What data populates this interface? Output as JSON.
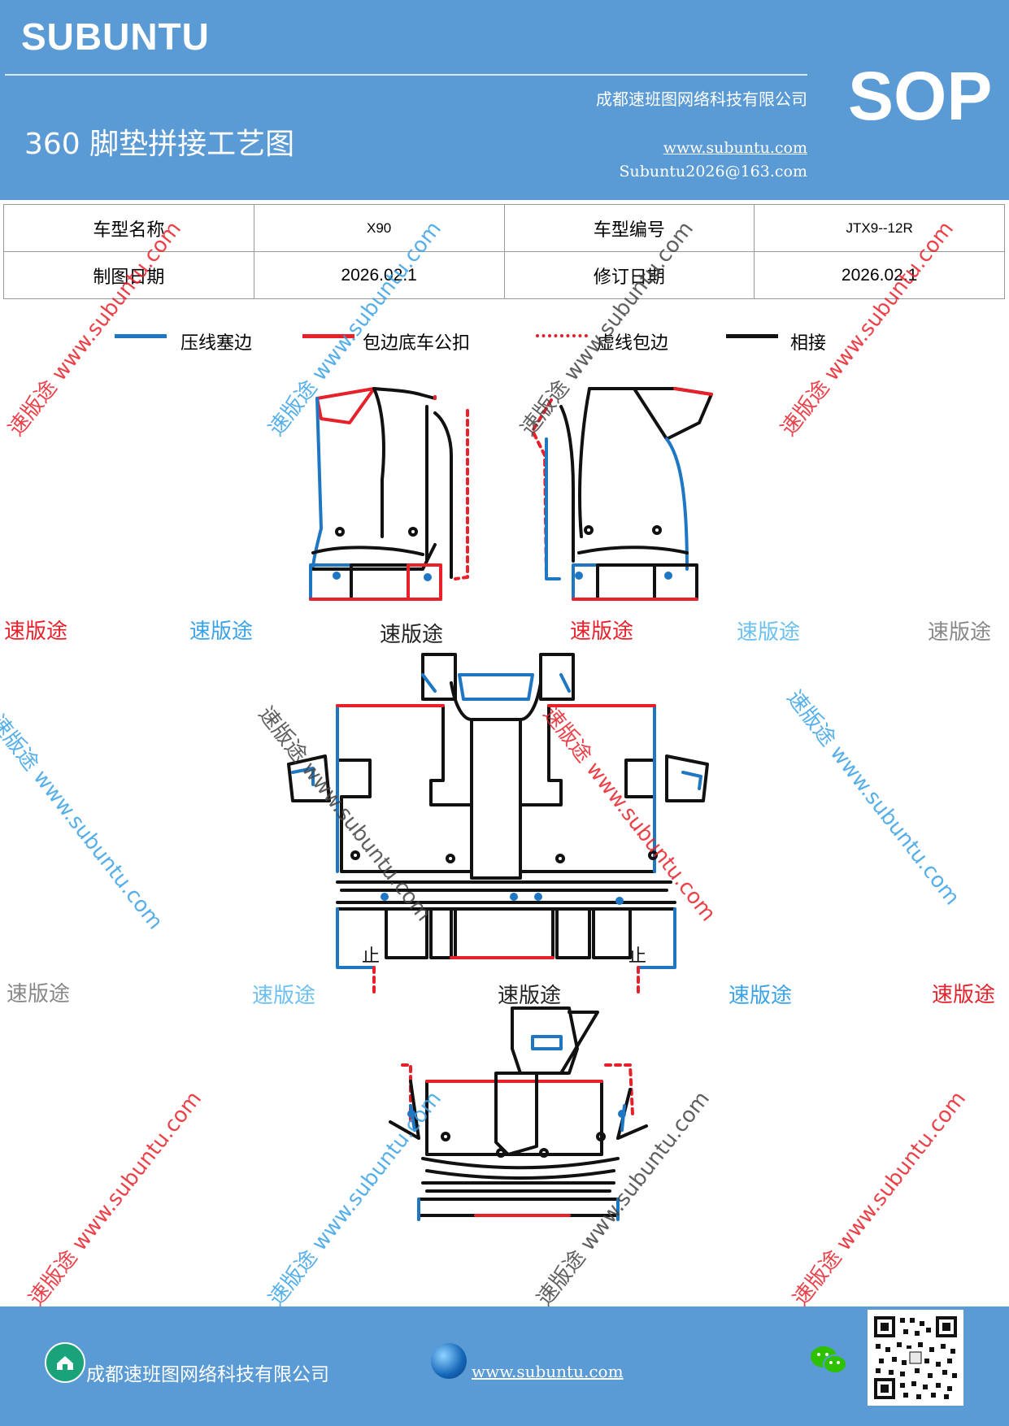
{
  "header": {
    "brand": "SUBUNTU",
    "title": "360 脚垫拼接工艺图",
    "company": "成都速班图网络科技有限公司",
    "website": "www.subuntu.com",
    "email": "Subuntu2026@163.com",
    "sop": "SOP"
  },
  "info": {
    "model_name_label": "车型名称",
    "model_name": "X90",
    "model_code_label": "车型编号",
    "model_code": "JTX9--12R",
    "draw_date_label": "制图日期",
    "draw_date": "2026.02.1",
    "revise_date_label": "修订日期",
    "revise_date": "2026.02.1"
  },
  "legend": [
    {
      "label": "压线塞边",
      "color": "#1f77c4",
      "style": "solid"
    },
    {
      "label": "包边底车公扣",
      "color": "#e8202a",
      "style": "solid"
    },
    {
      "label": "虚线包边",
      "color": "#e8202a",
      "style": "dashed"
    },
    {
      "label": "相接",
      "color": "#111111",
      "style": "solid"
    }
  ],
  "watermarks": {
    "brand_cn": "速版途",
    "domain": "www.subuntu.com",
    "diag_cn": "速版途 www.subuntu.com",
    "stop_mark": "止"
  },
  "footer": {
    "company": "成都速班图网络科技有限公司",
    "website": "www.subuntu.com",
    "logo_icon": "company-home-icon",
    "globe_icon": "globe-icon",
    "wechat_icon": "wechat-icon"
  },
  "colors": {
    "header_blue": "#5b9bd5",
    "line_blue": "#1f77c4",
    "line_red": "#e8202a",
    "line_black": "#111111"
  }
}
